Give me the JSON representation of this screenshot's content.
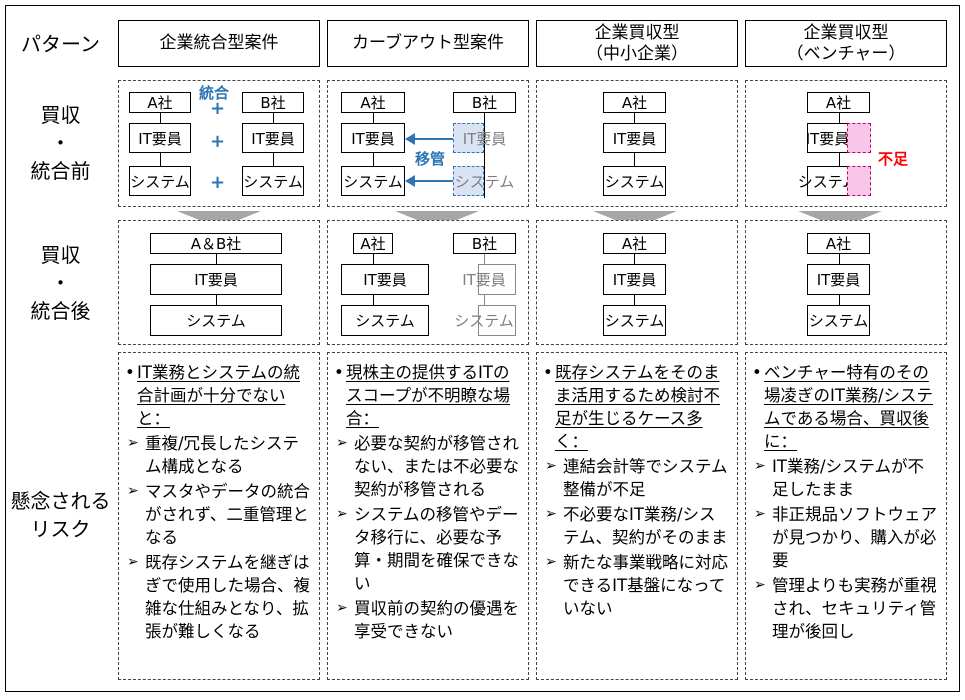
{
  "row_labels": {
    "pattern": "パターン",
    "before": "買収\n・\n統合前",
    "after": "買収\n・\n統合後",
    "risk": "懸念される\nリスク"
  },
  "patterns": [
    "企業統合型案件",
    "カーブアウト型案件",
    "企業買収型\n（中小企業）",
    "企業買収型\n（ベンチャー）"
  ],
  "labels": {
    "company_a": "A社",
    "company_b": "B社",
    "company_ab": "A＆B社",
    "it_staff": "IT要員",
    "system": "システム",
    "integrate": "統合",
    "plus": "+",
    "transfer": "移管",
    "shortage": "不足"
  },
  "colors": {
    "accent_blue": "#2e75b6",
    "shortage_red": "#ff0000",
    "ghost_fill": "#dae3f3",
    "shortage_fill": "#f7c6ea",
    "arrow_gray": "#a6a6a6"
  },
  "risks": [
    {
      "lead": "IT業務とシステムの統合計画が十分でないと：",
      "items": [
        "重複/冗長したシステム構成となる",
        "マスタやデータの統合がされず、二重管理となる",
        "既存システムを継ぎはぎで使用した場合、複雑な仕組みとなり、拡張が難しくなる"
      ]
    },
    {
      "lead": "現株主の提供するITのスコープが不明瞭な場合：",
      "items": [
        "必要な契約が移管されない、または不必要な契約が移管される",
        "システムの移管やデータ移行に、必要な予算・期間を確保できない",
        "買収前の契約の優遇を享受できない"
      ]
    },
    {
      "lead": "既存システムをそのまま活用するため検討不足が生じるケース多く：",
      "items": [
        "連結会計等でシステム整備が不足",
        "不必要なIT業務/システム、契約がそのまま",
        "新たな事業戦略に対応できるIT基盤になっていない"
      ]
    },
    {
      "lead": "ベンチャー特有のその場凌ぎのIT業務/システムである場合、買収後に：",
      "items": [
        "IT業務/システムが不足したまま",
        "非正規品ソフトウェアが見つかり、購入が必要",
        "管理よりも実務が重視され、セキュリティ管理が後回し"
      ]
    }
  ]
}
